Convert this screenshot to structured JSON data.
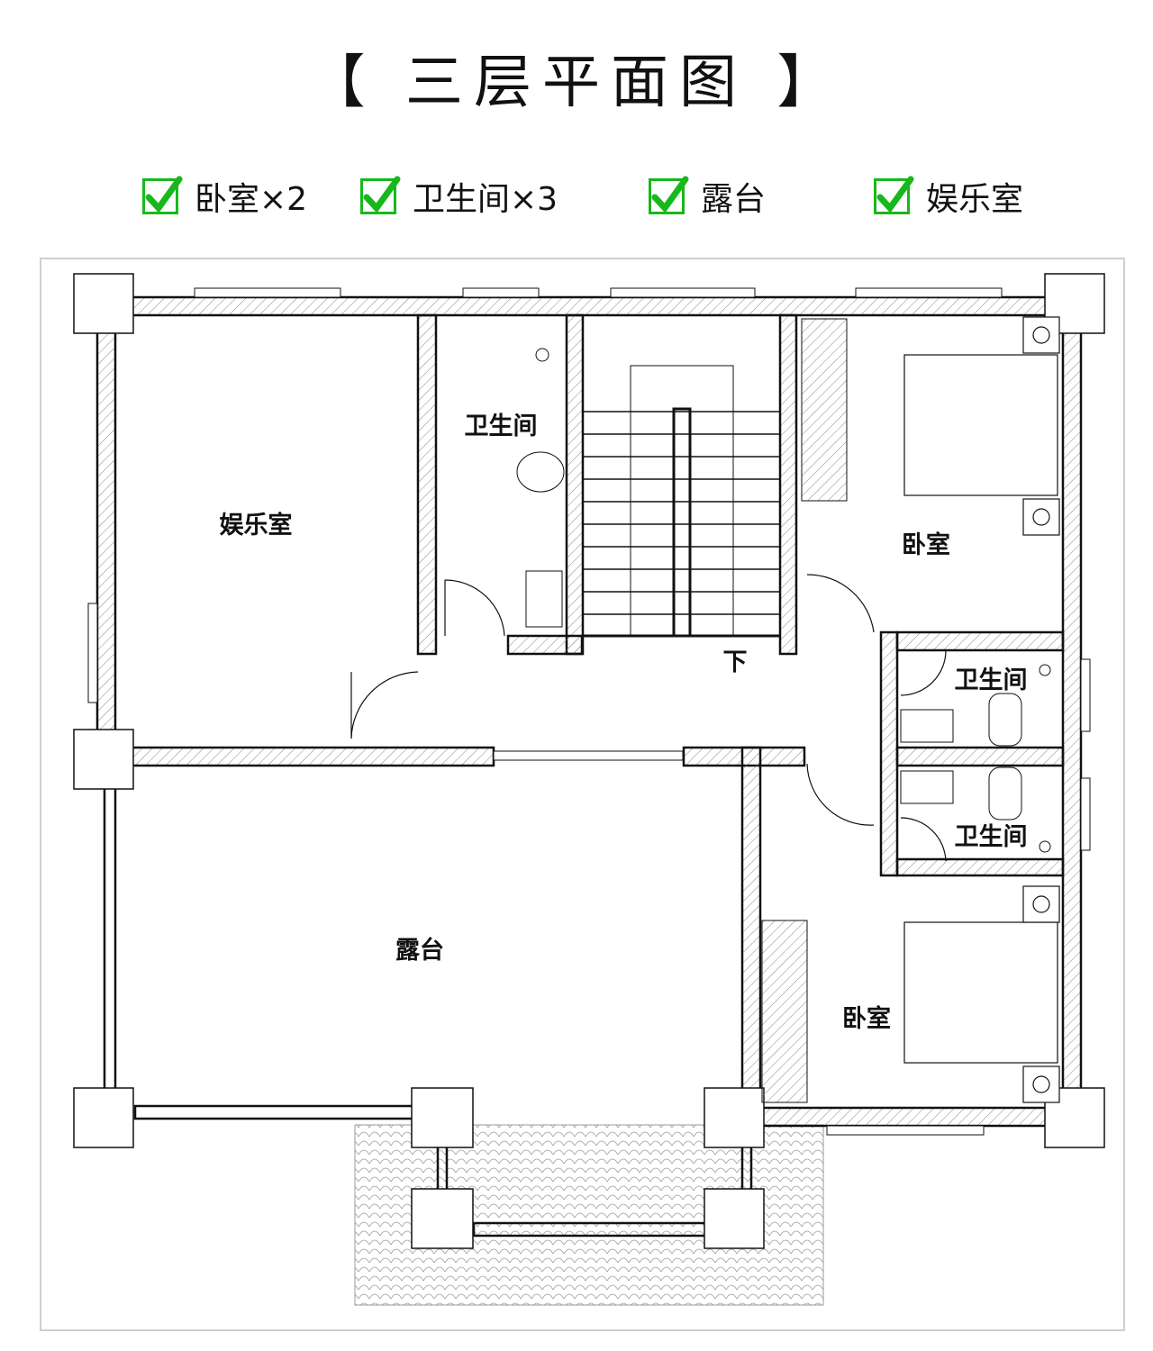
{
  "title": "【 三层平面图 】",
  "features": [
    {
      "label": "卧室×2",
      "icon": "checkbox-icon"
    },
    {
      "label": "卫生间×3",
      "icon": "checkbox-icon"
    },
    {
      "label": "露台",
      "icon": "checkbox-icon"
    },
    {
      "label": "娱乐室",
      "icon": "checkbox-icon"
    }
  ],
  "rooms": {
    "entertainment": "娱乐室",
    "bath_top": "卫生间",
    "bedroom_top": "卧室",
    "bath_mid1": "卫生间",
    "bath_mid2": "卫生间",
    "terrace": "露台",
    "bedroom_bottom": "卧室",
    "stair_down": "下"
  },
  "colors": {
    "check": "#18b81c",
    "wall": "#111111",
    "frame": "#cfcfcf"
  }
}
